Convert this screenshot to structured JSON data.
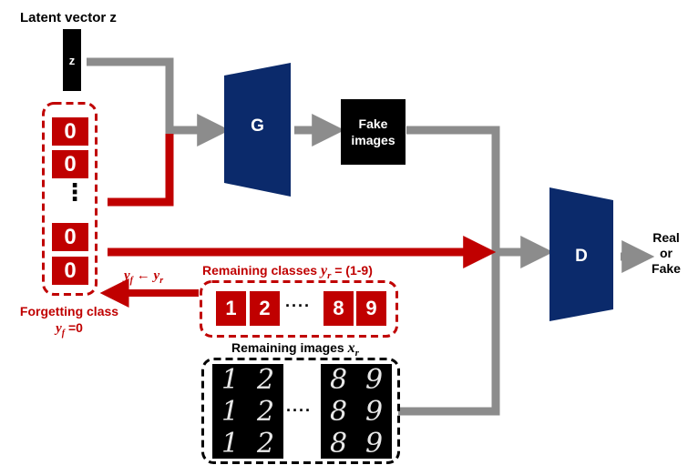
{
  "title": "Latent vector z",
  "z_label": "z",
  "onehot_top": [
    "0",
    "0"
  ],
  "onehot_dots": "⋮",
  "onehot_bottom": [
    "0",
    "0"
  ],
  "generator_label": "G",
  "fake_images_label": "Fake\nimages",
  "discriminator_label": "D",
  "output_label": "Real\nor\nFake",
  "remaining_classes_label": "Remaining classes",
  "remaining_classes_var": "y",
  "remaining_classes_sub": "r",
  "remaining_classes_value": "= (1-9)",
  "class_cells": [
    "1",
    "2",
    "8",
    "9"
  ],
  "class_dots": "····",
  "relabel_lhs": "y",
  "relabel_lhs_sub": "f",
  "relabel_arrow": "←",
  "relabel_rhs": "y",
  "relabel_rhs_sub": "r",
  "forgetting_label": "Forgetting class",
  "forgetting_var": "y",
  "forgetting_sub": "f",
  "forgetting_value": "=0",
  "remaining_images_label": "Remaining images",
  "remaining_images_var": "x",
  "remaining_images_sub": "r",
  "image_digits_left": [
    "1",
    "2",
    "1",
    "2",
    "1",
    "2"
  ],
  "image_digits_right": [
    "8",
    "9",
    "8",
    "9",
    "8",
    "9"
  ],
  "image_dots": "····",
  "colors": {
    "red": "#c00000",
    "navy": "#0b2a6b",
    "gray": "#8c8c8c",
    "black": "#000000"
  }
}
